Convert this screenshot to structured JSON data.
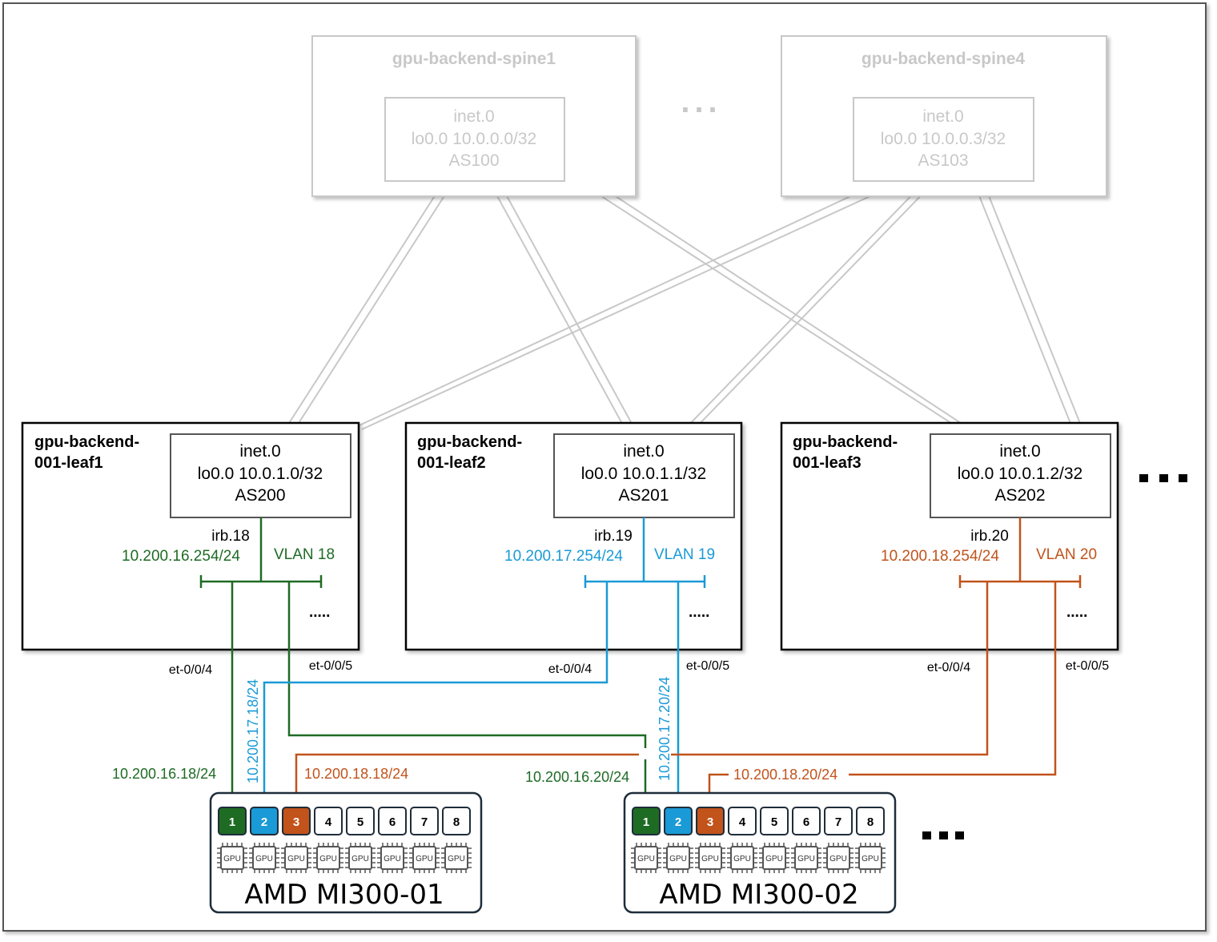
{
  "colors": {
    "green": "#1e6b24",
    "blue": "#1a9ad6",
    "orange": "#c1531b",
    "faded": "#c8c8c8",
    "black": "#000000"
  },
  "spines": [
    {
      "name": "gpu-backend-spine1",
      "table": "inet.0",
      "lo": "lo0.0 10.0.0.0/32",
      "as": "AS100"
    },
    {
      "name": "gpu-backend-spine4",
      "table": "inet.0",
      "lo": "lo0.0 10.0.0.3/32",
      "as": "AS103"
    }
  ],
  "spine_ellipsis": "...",
  "leaves": [
    {
      "name_line1": "gpu-backend-",
      "name_line2": "001-leaf1",
      "table": "inet.0",
      "lo": "lo0.0 10.0.1.0/32",
      "as": "AS200",
      "irb": "irb.18",
      "gateway": "10.200.16.254/24",
      "vlan": "VLAN 18",
      "more": ".....",
      "port_a": "et-0/0/4",
      "port_b": "et-0/0/5",
      "color": "green"
    },
    {
      "name_line1": "gpu-backend-",
      "name_line2": "001-leaf2",
      "table": "inet.0",
      "lo": "lo0.0 10.0.1.1/32",
      "as": "AS201",
      "irb": "irb.19",
      "gateway": "10.200.17.254/24",
      "vlan": "VLAN 19",
      "more": ".....",
      "port_a": "et-0/0/4",
      "port_b": "et-0/0/5",
      "color": "blue"
    },
    {
      "name_line1": "gpu-backend-",
      "name_line2": "001-leaf3",
      "table": "inet.0",
      "lo": "lo0.0 10.0.1.2/32",
      "as": "AS202",
      "irb": "irb.20",
      "gateway": "10.200.18.254/24",
      "vlan": "VLAN 20",
      "more": ".....",
      "port_a": "et-0/0/4",
      "port_b": "et-0/0/5",
      "color": "orange"
    }
  ],
  "leaf_ellipsis": "...",
  "servers": [
    {
      "name": "AMD MI300-01",
      "ports": [
        "1",
        "2",
        "3",
        "4",
        "5",
        "6",
        "7",
        "8"
      ],
      "gpu_label": "GPU",
      "ips": {
        "green": "10.200.16.18/24",
        "blue": "10.200.17.18/24",
        "orange": "10.200.18.18/24"
      }
    },
    {
      "name": "AMD MI300-02",
      "ports": [
        "1",
        "2",
        "3",
        "4",
        "5",
        "6",
        "7",
        "8"
      ],
      "gpu_label": "GPU",
      "ips": {
        "green": "10.200.16.20/24",
        "blue": "10.200.17.20/24",
        "orange": "10.200.18.20/24"
      }
    }
  ],
  "server_ellipsis": "..."
}
